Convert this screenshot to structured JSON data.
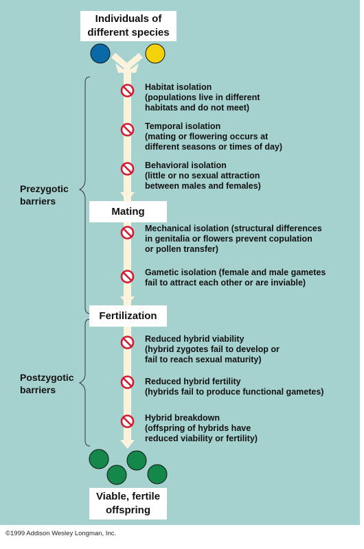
{
  "start": {
    "line1": "Individuals of",
    "line2": "different species"
  },
  "species_colors": [
    "#0a6aa8",
    "#f5d10a"
  ],
  "mating_label": "Mating",
  "fertilization_label": "Fertilization",
  "end": {
    "line1": "Viable, fertile",
    "line2": "offspring"
  },
  "offspring_color": "#13884a",
  "group_labels": {
    "prezygotic": {
      "line1": "Prezygotic",
      "line2": "barriers"
    },
    "postzygotic": {
      "line1": "Postzygotic",
      "line2": "barriers"
    }
  },
  "barriers": [
    {
      "title": "Habitat isolation",
      "lines": [
        "(populations live in different",
        "habitats and do not meet)"
      ]
    },
    {
      "title": "Temporal isolation",
      "lines": [
        "(mating or flowering occurs at",
        "different seasons or times of day)"
      ]
    },
    {
      "title": "Behavioral isolation",
      "lines": [
        "(little or no sexual attraction",
        "between males and females)"
      ]
    },
    {
      "title": "Mechanical isolation (structural differences",
      "lines": [
        "in genitalia or flowers prevent copulation",
        "or pollen transfer)"
      ]
    },
    {
      "title": "Gametic isolation (female and male gametes",
      "lines": [
        "fail to attract each other or are inviable)"
      ]
    },
    {
      "title": "Reduced hybrid viability",
      "lines": [
        "(hybrid zygotes fail to develop or",
        "fail to reach sexual maturity)"
      ]
    },
    {
      "title": "Reduced hybrid fertility",
      "lines": [
        "(hybrids fail to produce functional gametes)"
      ]
    },
    {
      "title": "Hybrid breakdown",
      "lines": [
        "(offspring of hybrids have",
        "reduced viability or fertility)"
      ]
    }
  ],
  "icon_colors": {
    "arrow": "#fdf3dc",
    "barrier": "#d4182d",
    "bracket": "#333333"
  },
  "copyright": "©1999 Addison Wesley Longman, Inc."
}
